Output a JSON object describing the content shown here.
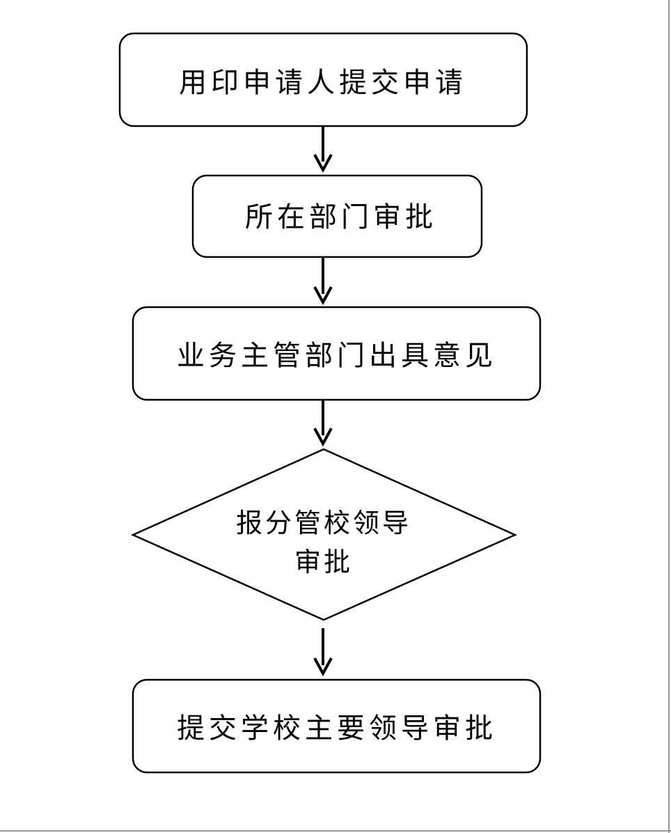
{
  "flowchart": {
    "step1": "用印申请人提交申请",
    "step2": "所在部门审批",
    "step3": "业务主管部门出具意见",
    "decision": {
      "line1": "报分管校领导",
      "line2": "审批"
    },
    "step5": "提交学校主要领导审批"
  },
  "colors": {
    "stroke": "#000000",
    "background": "#ffffff",
    "frame": "#9a9a9a"
  }
}
